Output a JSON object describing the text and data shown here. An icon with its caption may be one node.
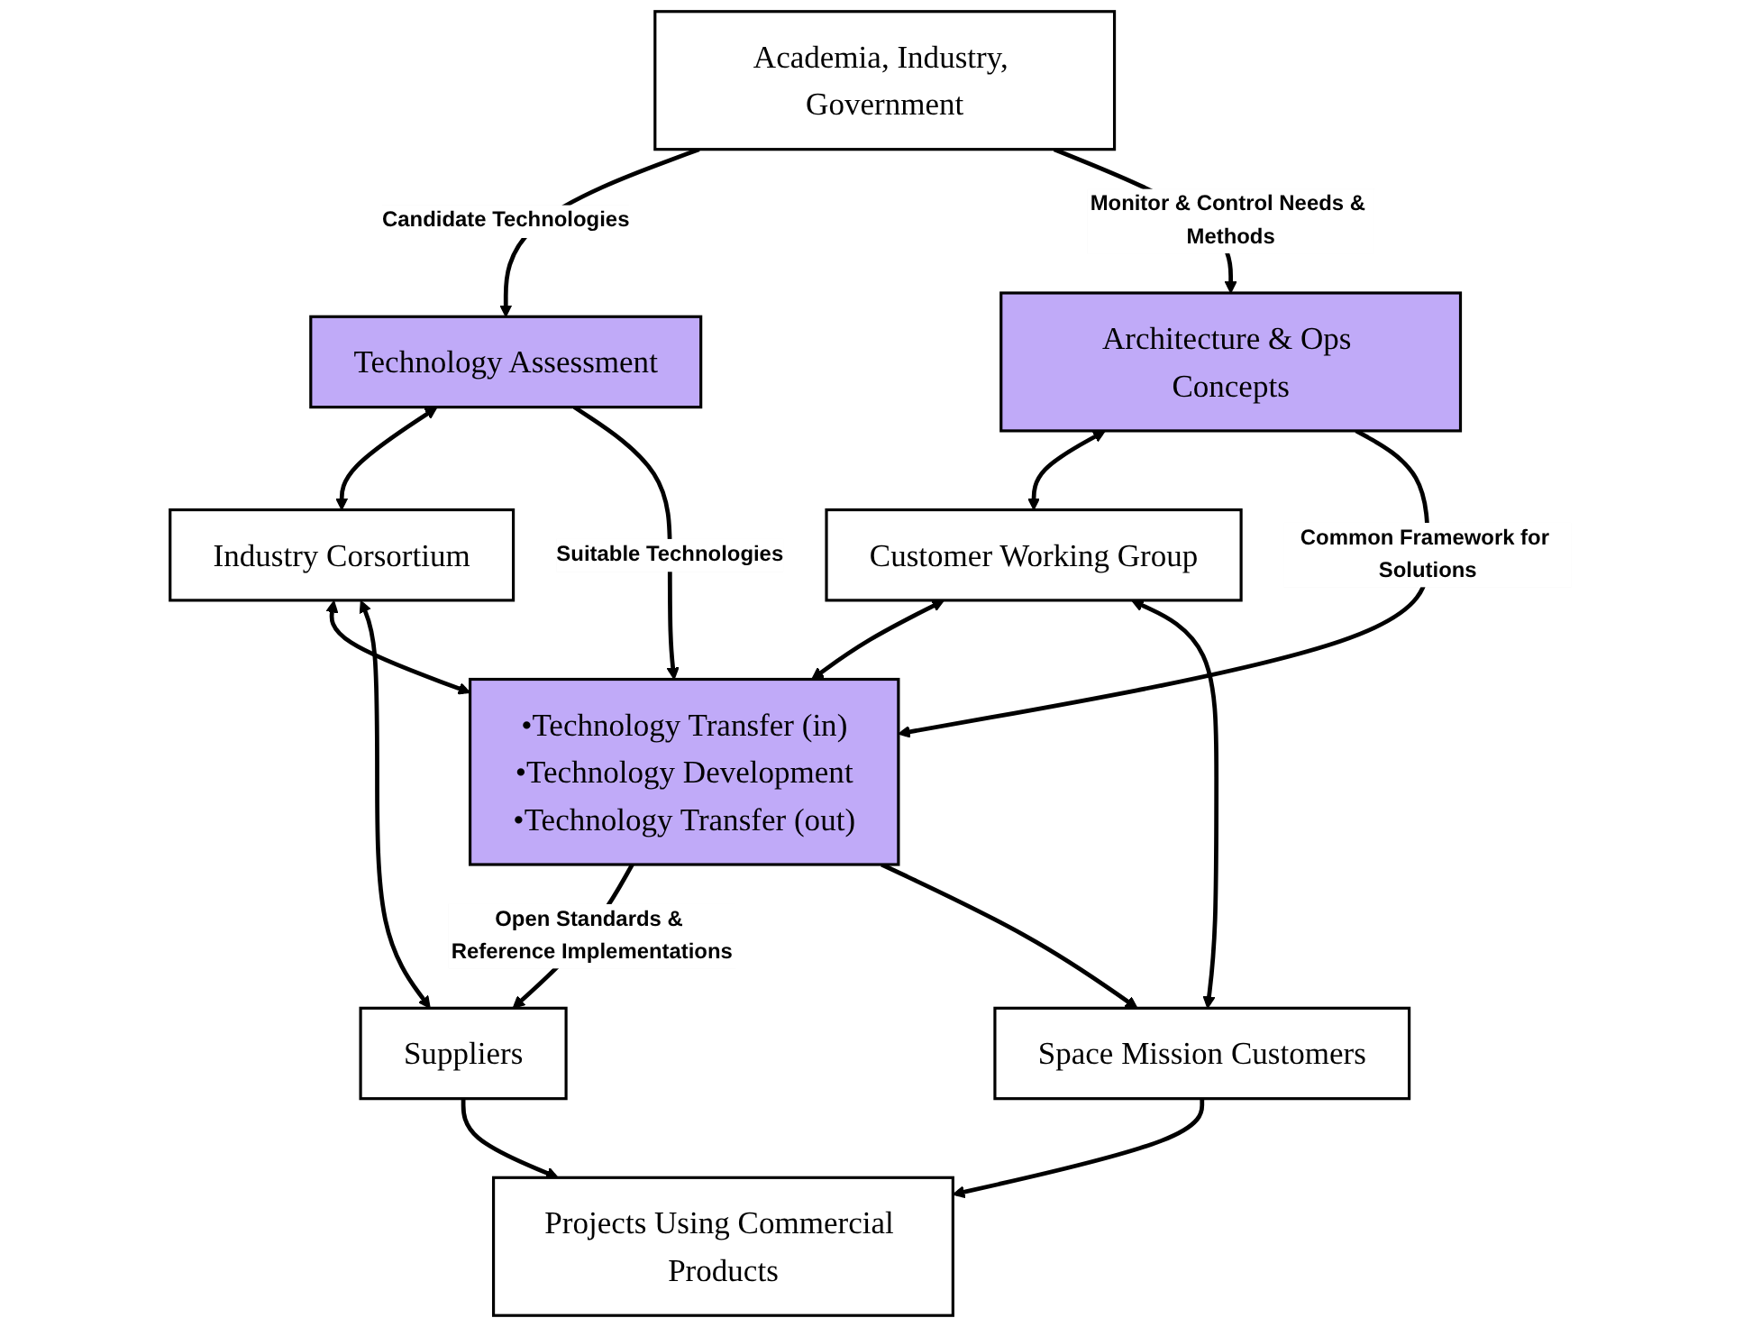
{
  "diagram": {
    "nodes": [
      {
        "text": [
          "Academia, Industry, Government"
        ]
      },
      {
        "text": [
          "Technology Assessment"
        ]
      },
      {
        "text": [
          "Architecture & Ops Concepts"
        ]
      },
      {
        "text": [
          "Industry Corsortium"
        ]
      },
      {
        "text": [
          "Customer Working Group"
        ]
      },
      {
        "text": [
          "•Technology Transfer (in)",
          "•Technology Development",
          "•Technology Transfer (out)"
        ]
      },
      {
        "text": [
          "Suppliers"
        ]
      },
      {
        "text": [
          "Space Mission Customers"
        ]
      },
      {
        "text": [
          "Projects Using Commercial Products"
        ]
      }
    ],
    "edges": [
      {
        "from": 0,
        "to": 1,
        "arrow": "to",
        "label": "Candidate Technologies"
      },
      {
        "from": 0,
        "to": 2,
        "arrow": "to",
        "label": "Monitor & Control Needs & Methods"
      },
      {
        "from": 3,
        "to": 1,
        "arrow": "both"
      },
      {
        "from": 2,
        "to": 4,
        "arrow": "both"
      },
      {
        "from": 1,
        "to": 5,
        "arrow": "to",
        "label": "Suitable Technologies"
      },
      {
        "from": 2,
        "to": 5,
        "arrow": "to",
        "label": "Common Framework for Solutions"
      },
      {
        "from": 3,
        "to": 5,
        "arrow": "both"
      },
      {
        "from": 5,
        "to": 4,
        "arrow": "both"
      },
      {
        "from": 3,
        "to": 6,
        "arrow": "both"
      },
      {
        "from": 4,
        "to": 7,
        "arrow": "both"
      },
      {
        "from": 5,
        "to": 6,
        "arrow": "to",
        "label": "Open Standards & Reference Implementations"
      },
      {
        "from": 5,
        "to": 7,
        "arrow": "to"
      },
      {
        "from": 6,
        "to": 8,
        "arrow": "to"
      },
      {
        "from": 7,
        "to": 8,
        "arrow": "to"
      }
    ]
  }
}
